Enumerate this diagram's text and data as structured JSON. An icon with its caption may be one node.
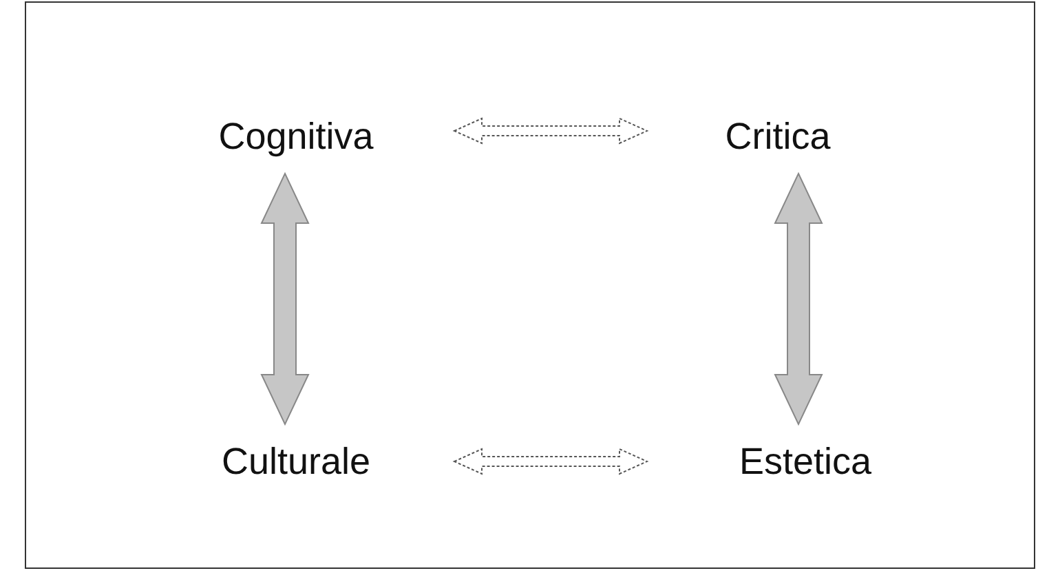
{
  "diagram": {
    "nodes": [
      {
        "text": [
          "Cognitiva"
        ]
      },
      {
        "text": [
          "Critica"
        ]
      },
      {
        "text": [
          "Culturale"
        ]
      },
      {
        "text": [
          "Estetica"
        ]
      }
    ],
    "edges": [
      {
        "from": 0,
        "to": 1,
        "arrow": "both",
        "style": "dashed"
      },
      {
        "from": 0,
        "to": 2,
        "arrow": "both",
        "style": "thick"
      },
      {
        "from": 1,
        "to": 3,
        "arrow": "both",
        "style": "thick"
      },
      {
        "from": 2,
        "to": 3,
        "arrow": "both",
        "style": "dashed"
      }
    ]
  }
}
